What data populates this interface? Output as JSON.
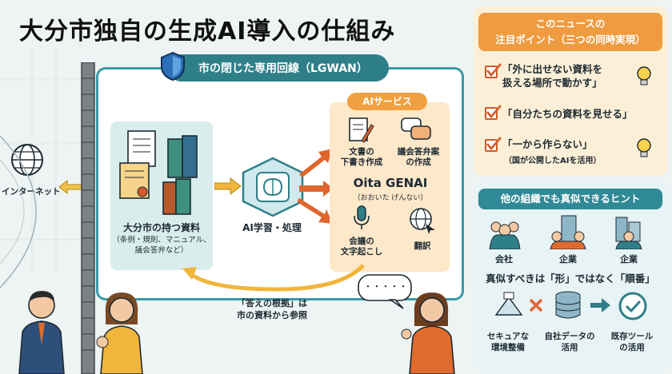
{
  "title": "大分市独自の生成AI導入の仕組み",
  "network": {
    "label": "市の閉じた専用回線（LGWAN）",
    "internet_label": "インターネット"
  },
  "documents": {
    "title": "大分市の持つ資料",
    "sub_line1": "（条例・規則、マニュアル、",
    "sub_line2": "議会答弁など）"
  },
  "ai_process_label": "AI学習・処理",
  "services": {
    "tag": "AIサービス",
    "doc_draft_line1": "文書の",
    "doc_draft_line2": "下書き作成",
    "answer_draft_line1": "議会答弁案",
    "answer_draft_line2": "の作成",
    "genai_name": "Oita GENAI",
    "genai_reading": "（おおいた げんない）",
    "transcribe_line1": "会議の",
    "transcribe_line2": "文字起こし",
    "translate": "翻訳"
  },
  "basis": {
    "line1": "「答えの根拠」は",
    "line2": "市の資料から参照"
  },
  "speech_bubble": "・・・・・",
  "news": {
    "head_line1": "このニュースの",
    "head_line2": "注目ポイント（三つの同時実現）",
    "point1_line1": "「外に出せない資料を",
    "point1_line2": "扱える場所で動かす」",
    "point2": "「自分たちの資料を見せる」",
    "point3_line1": "「一から作らない」",
    "point3_line2": "（国が公開したAIを活用）"
  },
  "hints": {
    "head": "他の組織でも真似できるヒント",
    "org1": "会社",
    "org2": "企業",
    "org3": "企業",
    "key": "真似すべきは「形」ではなく「順番」",
    "step1_line1": "セキュアな",
    "step1_line2": "環境整備",
    "step2_line1": "自社データの",
    "step2_line2": "活用",
    "step3_line1": "既存ツール",
    "step3_line2": "の活用"
  },
  "colors": {
    "teal": "#2f7f88",
    "orange": "#ef9b3f",
    "red_orange": "#d35b2a",
    "panel_cream": "#fcefd7",
    "panel_mint": "#d9eeec"
  }
}
